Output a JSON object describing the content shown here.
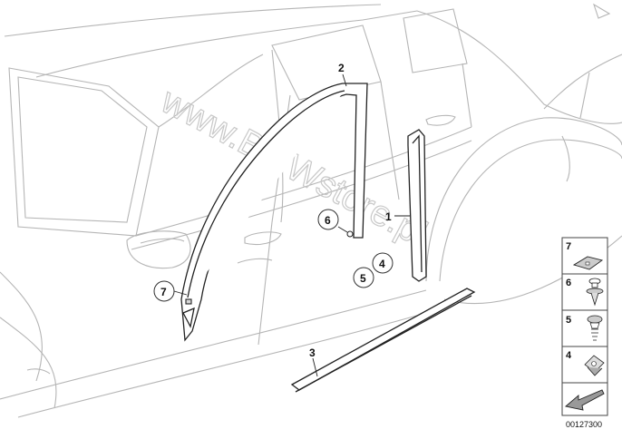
{
  "watermark": "www.BMWstore.pl",
  "callouts": {
    "c1": "1",
    "c2": "2",
    "c3": "3",
    "c4": "4",
    "c5": "5",
    "c6": "6",
    "c7": "7"
  },
  "legend": {
    "items": [
      {
        "number": "7",
        "icon": "clip-bracket-icon"
      },
      {
        "number": "6",
        "icon": "expanding-rivet-icon"
      },
      {
        "number": "5",
        "icon": "spring-clip-icon"
      },
      {
        "number": "4",
        "icon": "clip-nut-icon"
      }
    ],
    "arrow_icon": "direction-arrow-icon"
  },
  "document_number": "00127300"
}
